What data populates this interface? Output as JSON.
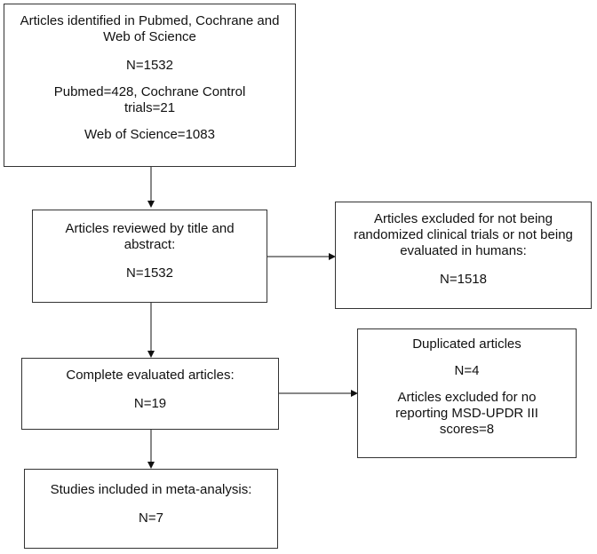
{
  "flow": {
    "identified": {
      "title": "Articles identified in Pubmed, Cochrane and Web of Science",
      "n": "N=1532",
      "sources_a": "Pubmed=428, Cochrane Control trials=21",
      "sources_b": "Web of Science=1083"
    },
    "reviewed": {
      "title": "Articles reviewed by title and abstract:",
      "n": "N=1532"
    },
    "excluded_not_rct": {
      "title": "Articles excluded for not being randomized clinical trials or not being evaluated in humans:",
      "n": "N=1518"
    },
    "complete": {
      "title": "Complete evaluated articles:",
      "n": "N=19"
    },
    "excluded_other": {
      "title": "Duplicated articles",
      "n": "N=4",
      "reason": "Articles excluded for no reporting MSD-UPDR III scores=8"
    },
    "included": {
      "title": "Studies included in meta-analysis:",
      "n": "N=7"
    }
  },
  "colors": {
    "border": "#333333",
    "arrow": "#111111",
    "background": "#ffffff"
  }
}
